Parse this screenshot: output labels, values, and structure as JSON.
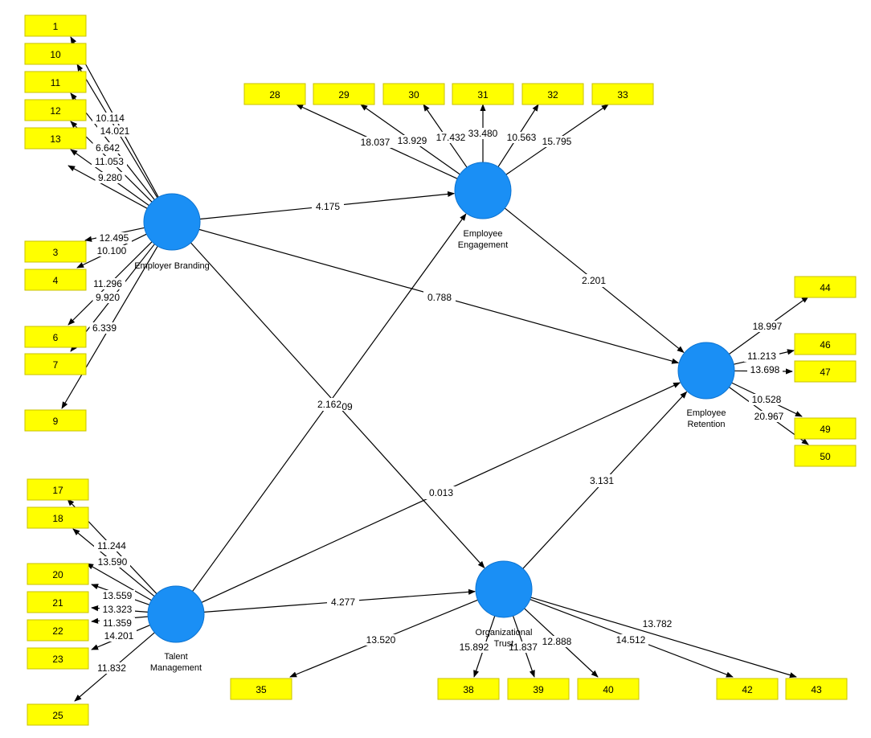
{
  "constructs": {
    "eb": {
      "label_lines": [
        "Employer Branding"
      ]
    },
    "ee": {
      "label_lines": [
        "Employee",
        "Engagement"
      ]
    },
    "er": {
      "label_lines": [
        "Employee",
        "Retention"
      ]
    },
    "tm": {
      "label_lines": [
        "Talent",
        "Management"
      ]
    },
    "ot": {
      "label_lines": [
        "Organizational",
        "Trust"
      ]
    }
  },
  "paths": [
    {
      "from": "eb",
      "to": "ee",
      "value": "4.175"
    },
    {
      "from": "eb",
      "to": "er",
      "value": "0.788"
    },
    {
      "from": "eb",
      "to": "ot",
      "value": "2.162"
    },
    {
      "from": "ee",
      "to": "er",
      "value": "2.201"
    },
    {
      "from": "tm",
      "to": "ee",
      "value": "2.162"
    },
    {
      "from": "tm",
      "to": "er",
      "value": "0.013"
    },
    {
      "from": "tm",
      "to": "ot",
      "value": "4.277"
    },
    {
      "from": "ot",
      "to": "er",
      "value": "3.131"
    }
  ],
  "stray_text": "09",
  "indicators": [
    {
      "construct": "eb",
      "label": "1",
      "value": ""
    },
    {
      "construct": "eb",
      "label": "10",
      "value": "10.114"
    },
    {
      "construct": "eb",
      "label": "11",
      "value": "14.021"
    },
    {
      "construct": "eb",
      "label": "12",
      "value": "6.642"
    },
    {
      "construct": "eb",
      "label": "13",
      "value": "11.053"
    },
    {
      "construct": "eb",
      "label": "",
      "value": "9.280"
    },
    {
      "construct": "eb",
      "label": "3",
      "value": "12.495"
    },
    {
      "construct": "eb",
      "label": "4",
      "value": "10.100"
    },
    {
      "construct": "eb",
      "label": "6",
      "value": "11.296"
    },
    {
      "construct": "eb",
      "label": "7",
      "value": "9.920"
    },
    {
      "construct": "eb",
      "label": "9",
      "value": "6.339"
    },
    {
      "construct": "ee",
      "label": "28",
      "value": "18.037"
    },
    {
      "construct": "ee",
      "label": "29",
      "value": "13.929"
    },
    {
      "construct": "ee",
      "label": "30",
      "value": "17.432"
    },
    {
      "construct": "ee",
      "label": "31",
      "value": "33.480"
    },
    {
      "construct": "ee",
      "label": "32",
      "value": "10.563"
    },
    {
      "construct": "ee",
      "label": "33",
      "value": "15.795"
    },
    {
      "construct": "er",
      "label": "44",
      "value": "18.997"
    },
    {
      "construct": "er",
      "label": "46",
      "value": "11.213"
    },
    {
      "construct": "er",
      "label": "47",
      "value": "13.698"
    },
    {
      "construct": "er",
      "label": "49",
      "value": "10.528"
    },
    {
      "construct": "er",
      "label": "50",
      "value": "20.967"
    },
    {
      "construct": "tm",
      "label": "17",
      "value": ""
    },
    {
      "construct": "tm",
      "label": "18",
      "value": "11.244"
    },
    {
      "construct": "tm",
      "label": "",
      "value": "13.590"
    },
    {
      "construct": "tm",
      "label": "20",
      "value": "13.559"
    },
    {
      "construct": "tm",
      "label": "21",
      "value": "13.323"
    },
    {
      "construct": "tm",
      "label": "22",
      "value": "11.359"
    },
    {
      "construct": "tm",
      "label": "23",
      "value": "14.201"
    },
    {
      "construct": "tm",
      "label": "25",
      "value": "11.832"
    },
    {
      "construct": "ot",
      "label": "35",
      "value": "13.520"
    },
    {
      "construct": "ot",
      "label": "38",
      "value": "15.892"
    },
    {
      "construct": "ot",
      "label": "39",
      "value": "11.837"
    },
    {
      "construct": "ot",
      "label": "40",
      "value": "12.888"
    },
    {
      "construct": "ot",
      "label": "42",
      "value": "14.512"
    },
    {
      "construct": "ot",
      "label": "43",
      "value": "13.782"
    }
  ]
}
